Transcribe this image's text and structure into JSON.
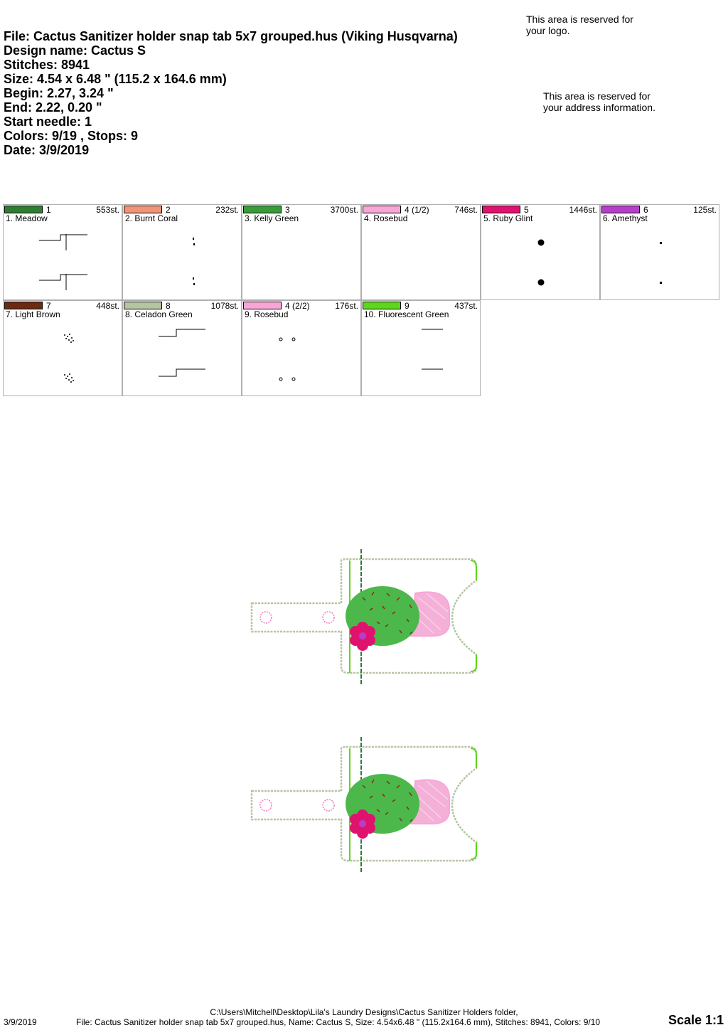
{
  "header": {
    "file": "File: Cactus Sanitizer holder snap tab 5x7 grouped.hus  (Viking Husqvarna)",
    "design_name": "Design name: Cactus S",
    "stitches": "Stitches: 8941",
    "size": "Size: 4.54 x 6.48 \" (115.2 x 164.6 mm)",
    "begin": "Begin: 2.27, 3.24 \"",
    "end": "End: 2.22, 0.20 \"",
    "start_needle": "Start needle: 1",
    "colors": "Colors: 9/19 , Stops: 9",
    "date": "Date: 3/9/2019"
  },
  "notes": {
    "logo": [
      "This area is reserved for",
      "your logo."
    ],
    "address": [
      "This area is reserved for",
      "your address information."
    ]
  },
  "colors": [
    {
      "num": "1",
      "stitches": "553st.",
      "name": "1. Meadow",
      "hex": "#2e7d32",
      "thumb": "holder"
    },
    {
      "num": "2",
      "stitches": "232st.",
      "name": "2. Burnt Coral",
      "hex": "#f0957a",
      "thumb": "marks"
    },
    {
      "num": "3",
      "stitches": "3700st.",
      "name": "3. Kelly Green",
      "hex": "#3a9b3a",
      "thumb": "blob"
    },
    {
      "num": "4 (1/2)",
      "stitches": "746st.",
      "name": "4. Rosebud",
      "hex": "#f7a7d6",
      "thumb": "halfmoon"
    },
    {
      "num": "5",
      "stitches": "1446st.",
      "name": "5. Ruby Glint",
      "hex": "#e0126f",
      "thumb": "dot"
    },
    {
      "num": "6",
      "stitches": "125st.",
      "name": "6. Amethyst",
      "hex": "#b53fc9",
      "thumb": "tinydot"
    },
    {
      "num": "7",
      "stitches": "448st.",
      "name": "7. Light Brown",
      "hex": "#6b2a12",
      "thumb": "dots"
    },
    {
      "num": "8",
      "stitches": "1078st.",
      "name": "8. Celadon Green",
      "hex": "#b5c4a2",
      "thumb": "outline"
    },
    {
      "num": "4 (2/2)",
      "stitches": "176st.",
      "name": "9. Rosebud",
      "hex": "#f7a7d6",
      "thumb": "circles"
    },
    {
      "num": "9",
      "stitches": "437st.",
      "name": "10. Fluorescent Green",
      "hex": "#5fd61e",
      "thumb": "bracket"
    }
  ],
  "footer": {
    "line1": "C:\\Users\\Mitchell\\Desktop\\Lila's Laundry Designs\\Cactus Sanitizer Holders folder,",
    "line2": "File: Cactus Sanitizer holder snap tab 5x7 grouped.hus, Name: Cactus S, Size: 4.54x6.48 \" (115.2x164.6 mm), Stitches: 8941, Colors: 9/10",
    "date": "3/9/2019",
    "scale": "Scale 1:1"
  }
}
